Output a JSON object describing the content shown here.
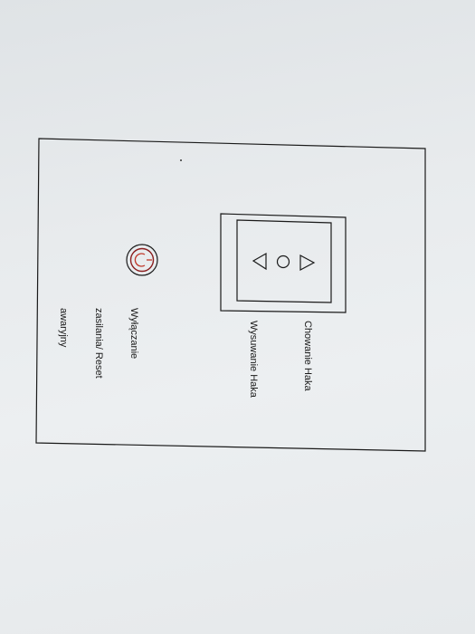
{
  "labels": {
    "hook_retract": "Chowanie Haka",
    "hook_extend": "Wysuwanie Haka",
    "emergency_line1": "Wyłączanie",
    "emergency_line2": "zasilania/ Reset",
    "emergency_line3": "awaryjny"
  },
  "icons": {
    "hook_control_left": "triangle-left-icon",
    "hook_control_center": "circle-icon",
    "hook_control_right": "triangle-right-icon",
    "emergency_button": "emergency-stop-icon"
  },
  "colors": {
    "line": "#1a1a1a",
    "emergency_accent": "#c0392b"
  }
}
